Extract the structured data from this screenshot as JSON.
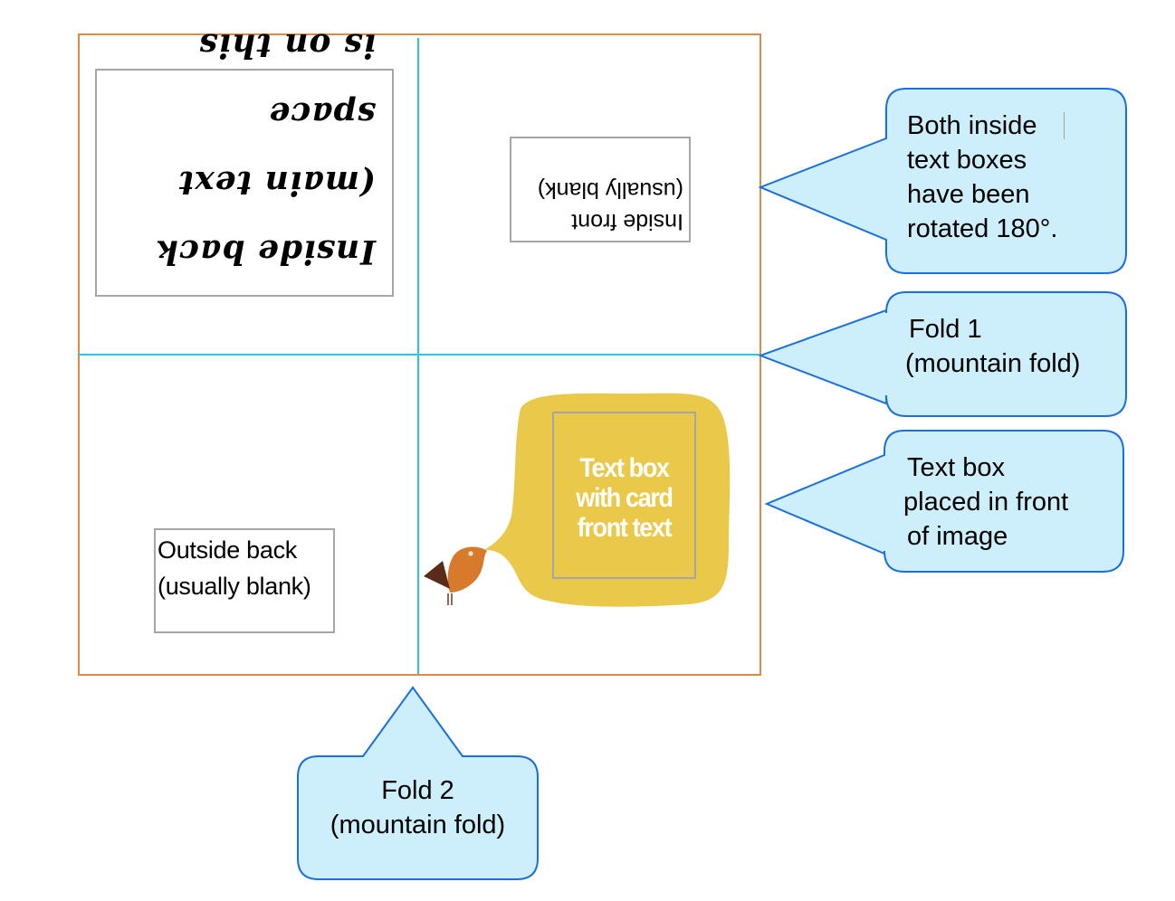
{
  "card": {
    "panels": {
      "inside_back": {
        "label": "Inside back (main text space is on this page)",
        "lines": [
          "Inside back",
          "(main text space",
          "is on this page)"
        ],
        "rotation": "180°"
      },
      "inside_front": {
        "label": "Inside front (usually blank)",
        "lines": [
          "Inside front",
          "(usually blank)"
        ],
        "rotation": "180°"
      },
      "outside_back": {
        "label": "Outside back (usually blank)",
        "lines": [
          "Outside back",
          "(usually blank)"
        ]
      },
      "front": {
        "lines": [
          "Text box",
          "with card",
          "front text"
        ],
        "image": "bird-speech-bubble"
      }
    },
    "folds": [
      "Fold 1",
      "Fold 2"
    ]
  },
  "callouts": [
    {
      "id": "rotated",
      "lines": [
        "Both inside",
        "text boxes",
        "have been",
        "rotated 180°."
      ]
    },
    {
      "id": "fold1",
      "lines": [
        "Fold 1",
        "(mountain fold)"
      ]
    },
    {
      "id": "front-text",
      "lines": [
        "Text box",
        "placed in front",
        "of image"
      ]
    },
    {
      "id": "fold2",
      "lines": [
        "Fold 2",
        "(mountain fold)"
      ]
    }
  ],
  "colors": {
    "card_border": "#dc8a44",
    "fold_line": "#27c4ea",
    "callout_fill": "#cdeefb",
    "callout_stroke": "#1a6fe0",
    "speech_bubble": "#e9c84a",
    "bird_body": "#d87a2c",
    "bird_tail": "#5a2a1a",
    "textbox_border": "#a6a6a6"
  }
}
